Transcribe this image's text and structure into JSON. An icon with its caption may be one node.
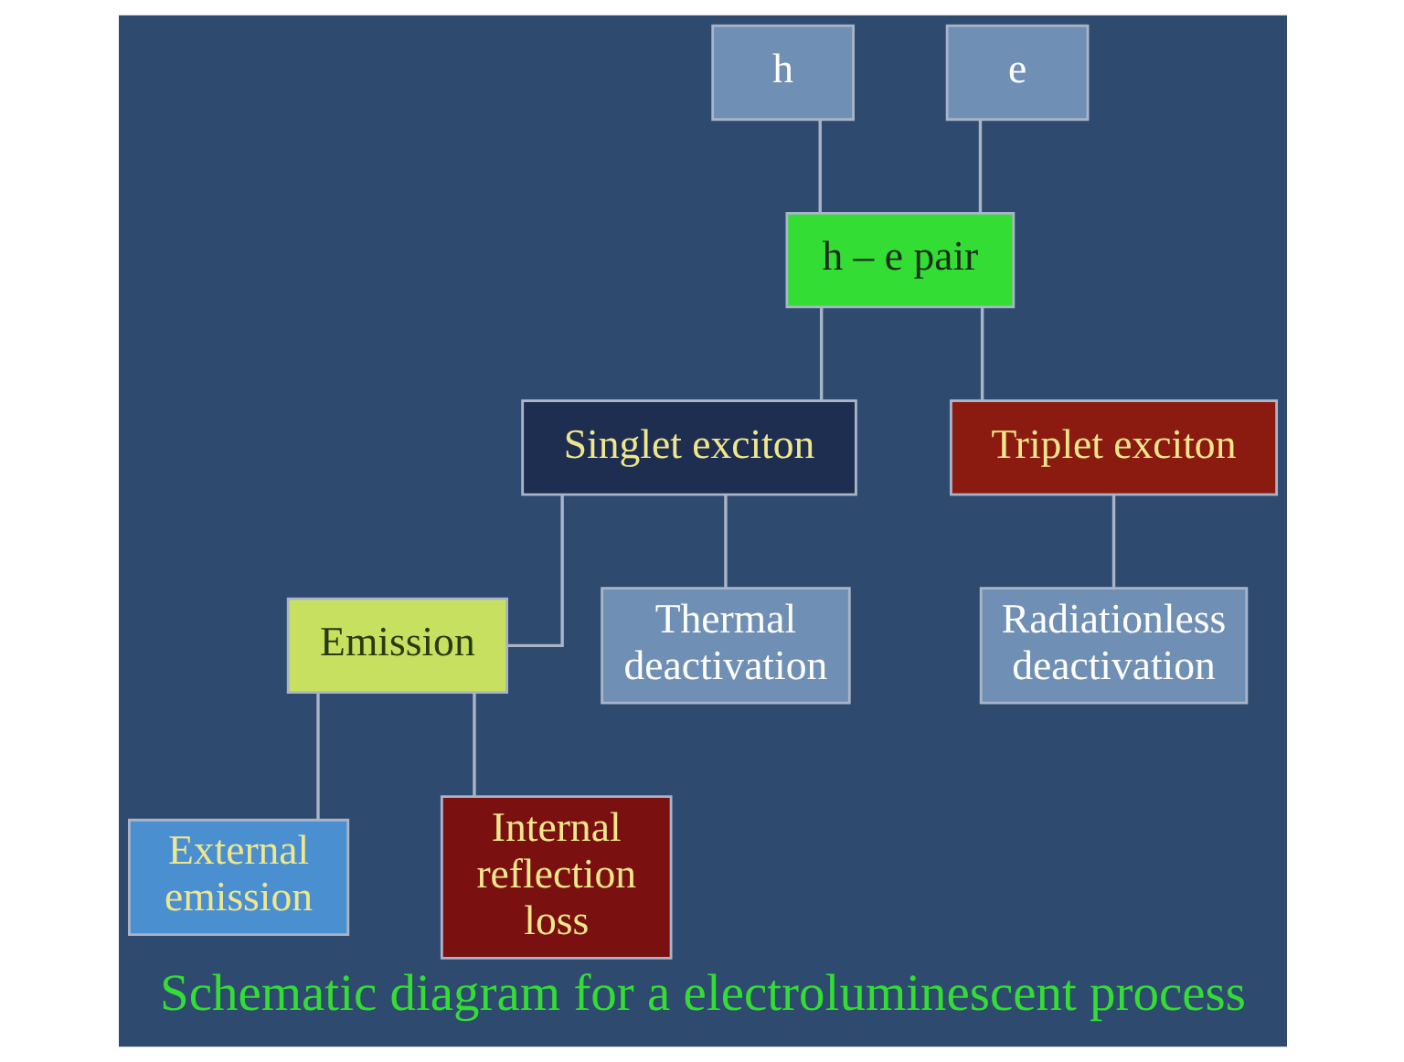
{
  "diagram": {
    "caption": "Schematic diagram for a electroluminescent process",
    "nodes": [
      {
        "text": [
          "h"
        ]
      },
      {
        "text": [
          "e"
        ]
      },
      {
        "text": [
          "h – e pair"
        ]
      },
      {
        "text": [
          "Singlet exciton"
        ]
      },
      {
        "text": [
          "Triplet exciton"
        ]
      },
      {
        "text": [
          "Emission"
        ]
      },
      {
        "text": [
          "Thermal deactivation"
        ]
      },
      {
        "text": [
          "Radiationless deactivation"
        ]
      },
      {
        "text": [
          "External emission"
        ]
      },
      {
        "text": [
          "Internal reflection loss"
        ]
      }
    ],
    "edges": [
      {
        "from": 0,
        "to": 2,
        "arrow": "none"
      },
      {
        "from": 1,
        "to": 2,
        "arrow": "none"
      },
      {
        "from": 2,
        "to": 3,
        "arrow": "none"
      },
      {
        "from": 2,
        "to": 4,
        "arrow": "none"
      },
      {
        "from": 3,
        "to": 5,
        "arrow": "none"
      },
      {
        "from": 3,
        "to": 6,
        "arrow": "none"
      },
      {
        "from": 4,
        "to": 7,
        "arrow": "none"
      },
      {
        "from": 5,
        "to": 8,
        "arrow": "none"
      },
      {
        "from": 5,
        "to": 9,
        "arrow": "none"
      }
    ]
  }
}
